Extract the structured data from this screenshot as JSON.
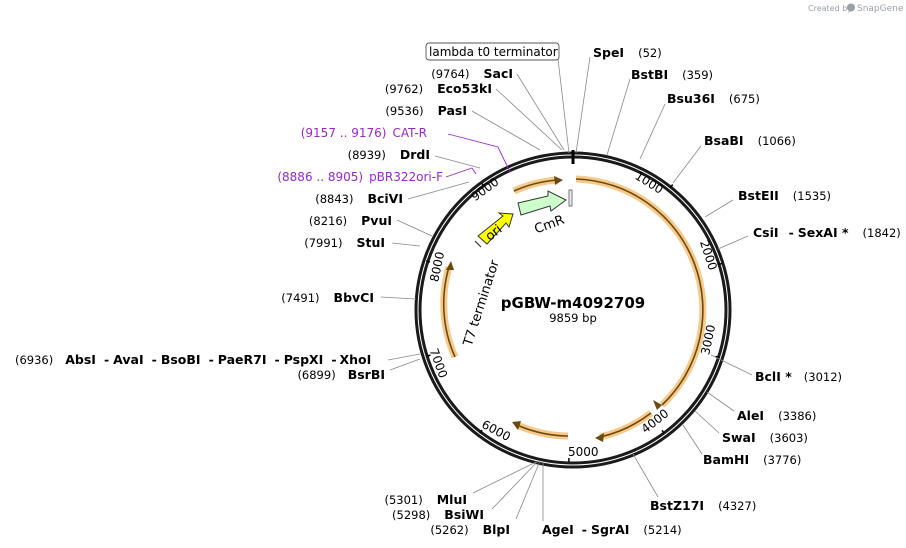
{
  "header": {
    "created_by": "Created by",
    "brand": "SnapGene"
  },
  "plasmid": {
    "name": "pGBW-m4092709",
    "length_label": "9859 bp",
    "length": 9859
  },
  "colors": {
    "primer": "#9b27c7",
    "feature_fill": "#f7c98b",
    "cmr": "#ccffcc",
    "ori": "#ffff00",
    "backbone": "#111111"
  },
  "tick_labels": [
    "1000",
    "2000",
    "3000",
    "4000",
    "5000",
    "6000",
    "7000",
    "8000",
    "9000"
  ],
  "features": [
    {
      "label": "lambda t0 terminator",
      "type": "terminator",
      "boxed": true
    },
    {
      "label": "CmR",
      "type": "cds",
      "color": "#ccffcc"
    },
    {
      "label": "ori",
      "type": "rep_origin",
      "color": "#ffff00"
    },
    {
      "label": "T7 terminator",
      "type": "terminator"
    }
  ],
  "primers": [
    {
      "range": "(9157 .. 9176)",
      "name": "CAT-R"
    },
    {
      "range": "(8886 .. 8905)",
      "name": "pBR322ori-F"
    }
  ],
  "sites": [
    {
      "id": "SpeI",
      "names": [
        "SpeI"
      ],
      "pos": "(52)"
    },
    {
      "id": "BstBI",
      "names": [
        "BstBI"
      ],
      "pos": "(359)"
    },
    {
      "id": "Bsu36I",
      "names": [
        "Bsu36I"
      ],
      "pos": "(675)"
    },
    {
      "id": "BsaBI",
      "names": [
        "BsaBI"
      ],
      "pos": "(1066)"
    },
    {
      "id": "BstEII",
      "names": [
        "BstEII"
      ],
      "pos": "(1535)"
    },
    {
      "id": "CsiI",
      "names": [
        "CsiI",
        "SexAI *"
      ],
      "pos": "(1842)"
    },
    {
      "id": "BclI",
      "names": [
        "BclI *"
      ],
      "pos": "(3012)"
    },
    {
      "id": "AleI",
      "names": [
        "AleI"
      ],
      "pos": "(3386)"
    },
    {
      "id": "SwaI",
      "names": [
        "SwaI"
      ],
      "pos": "(3603)"
    },
    {
      "id": "BamHI",
      "names": [
        "BamHI"
      ],
      "pos": "(3776)"
    },
    {
      "id": "BstZ17I",
      "names": [
        "BstZ17I"
      ],
      "pos": "(4327)"
    },
    {
      "id": "AgeI",
      "names": [
        "AgeI",
        "SgrAI"
      ],
      "pos": "(5214)"
    },
    {
      "id": "BlpI",
      "names": [
        "BlpI"
      ],
      "pos": "(5262)"
    },
    {
      "id": "BsiWI",
      "names": [
        "BsiWI"
      ],
      "pos": "(5298)"
    },
    {
      "id": "MluI",
      "names": [
        "MluI"
      ],
      "pos": "(5301)"
    },
    {
      "id": "BsrBI",
      "names": [
        "BsrBI"
      ],
      "pos": "(6899)"
    },
    {
      "id": "AbsI",
      "names": [
        "AbsI",
        "AvaI",
        "BsoBI",
        "PaeR7I",
        "PspXI",
        "XhoI"
      ],
      "pos": "(6936)"
    },
    {
      "id": "BbvCI",
      "names": [
        "BbvCI"
      ],
      "pos": "(7491)"
    },
    {
      "id": "StuI",
      "names": [
        "StuI"
      ],
      "pos": "(7991)"
    },
    {
      "id": "PvuI",
      "names": [
        "PvuI"
      ],
      "pos": "(8216)"
    },
    {
      "id": "BciVI",
      "names": [
        "BciVI"
      ],
      "pos": "(8843)"
    },
    {
      "id": "DrdI",
      "names": [
        "DrdI"
      ],
      "pos": "(8939)"
    },
    {
      "id": "PasI",
      "names": [
        "PasI"
      ],
      "pos": "(9536)"
    },
    {
      "id": "Eco53kI",
      "names": [
        "Eco53kI"
      ],
      "pos": "(9762)"
    },
    {
      "id": "SacI",
      "names": [
        "SacI"
      ],
      "pos": "(9764)"
    }
  ]
}
